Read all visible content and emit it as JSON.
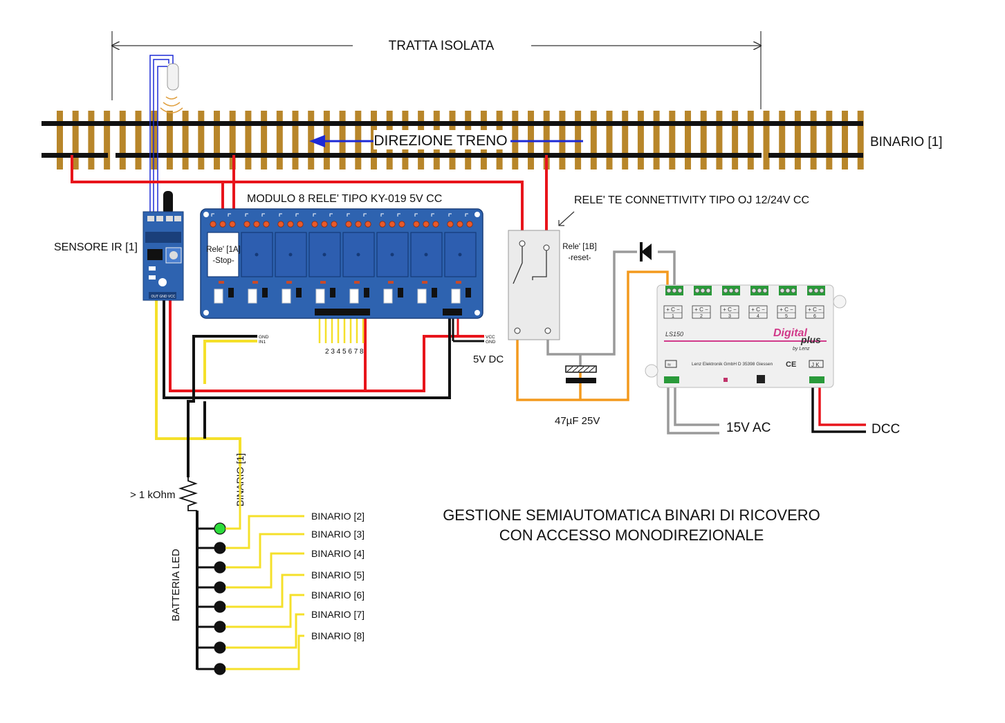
{
  "labels": {
    "tratta": "TRATTA ISOLATA",
    "direzione": "DIREZIONE TRENO",
    "binario_track": "BINARIO [1]",
    "sensore": "SENSORE IR [1]",
    "modulo": "MODULO 8 RELE' TIPO KY-019  5V CC",
    "rele_te": "RELE' TE CONNETTIVITY TIPO OJ  12/24V CC",
    "rele1a_line1": "Rele' [1A]",
    "rele1a_line2": "-Stop-",
    "rele1b_line1": "Rele' [1B]",
    "rele1b_line2": "-reset-",
    "gnd": "GND",
    "in1": "IN1",
    "vcc": "VCC",
    "gnd2": "GND",
    "pins": "2 3 4 5 6 7 8",
    "v5dc": "5V DC",
    "cap": "47µF 25V",
    "v15ac": "15V AC",
    "dcc": "DCC",
    "resistor": "> 1 kOhm",
    "binario_vertical": "BINARIO [1]",
    "batteria": "BATTERIA LED",
    "title_line1": "GESTIONE SEMIAUTOMATICA BINARI DI RICOVERO",
    "title_line2": "CON ACCESSO MONODIREZIONALE",
    "ls150": "LS150",
    "digital": "Digital",
    "plus": "plus",
    "bylenz": "by Lenz",
    "lenz_company": "Lenz Elektronik GmbH  D 35398 Giessen",
    "ce": "CE",
    "jk": "J K",
    "ir_pins": "OUT GND VCC"
  },
  "binari": [
    "BINARIO [2]",
    "BINARIO [3]",
    "BINARIO [4]",
    "BINARIO [5]",
    "BINARIO [6]",
    "BINARIO [7]",
    "BINARIO [8]"
  ],
  "ls150_outputs": [
    "1",
    "2",
    "3",
    "4",
    "5",
    "6"
  ],
  "colors": {
    "wire_red": "#e8141b",
    "wire_black": "#111111",
    "wire_yellow": "#f5e02a",
    "wire_orange": "#f39a1e",
    "wire_gray": "#9a9a9a",
    "wire_blue": "#1d2ad6",
    "sleeper": "#b8862a",
    "board_blue": "#2e63b0",
    "led_green": "#2ddc3b"
  }
}
